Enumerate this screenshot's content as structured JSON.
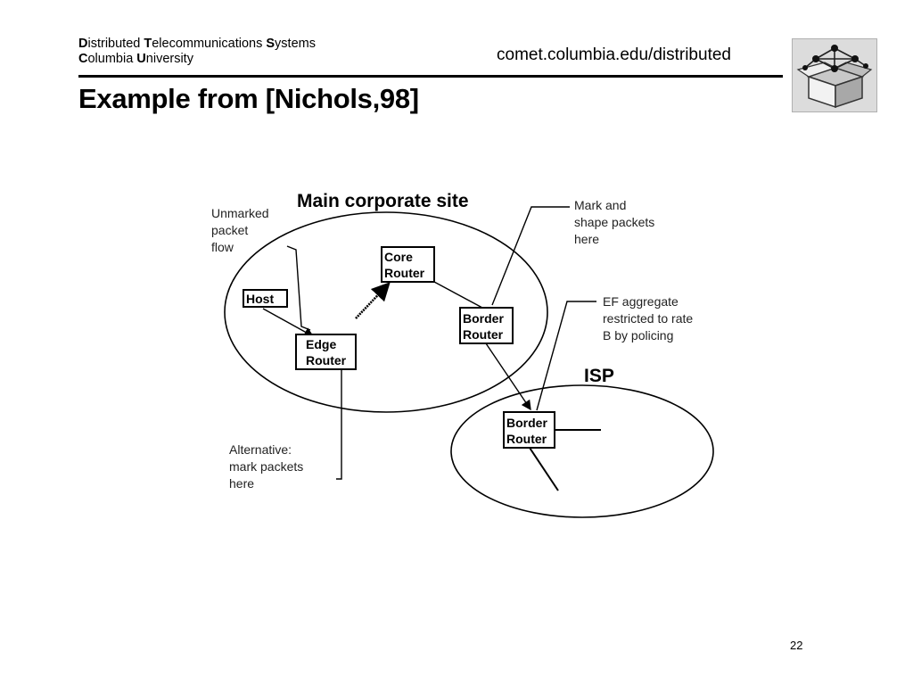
{
  "header": {
    "org_line1_parts": [
      {
        "b": "D",
        "r": "istributed "
      },
      {
        "b": "T",
        "r": "elecommunications "
      },
      {
        "b": "S",
        "r": "ystems"
      }
    ],
    "org_line2_parts": [
      {
        "b": "C",
        "r": "olumbia "
      },
      {
        "b": "U",
        "r": "niversity"
      }
    ],
    "url": "comet.columbia.edu/distributed"
  },
  "slide": {
    "title": "Example from [Nichols,98]",
    "page_number": "22"
  },
  "diagram": {
    "regions": {
      "main": "Main corporate site",
      "isp": "ISP"
    },
    "nodes": {
      "host": "Host",
      "core_router": [
        "Core",
        "Router"
      ],
      "edge_router": [
        "Edge",
        "Router"
      ],
      "border_router_main": [
        "Border",
        "Router"
      ],
      "border_router_isp": [
        "Border",
        "Router"
      ]
    },
    "annotations": {
      "unmarked": [
        "Unmarked",
        "packet",
        "flow"
      ],
      "mark_shape": [
        "Mark and",
        "shape packets",
        "here"
      ],
      "ef_aggregate": [
        "EF aggregate",
        "restricted to rate",
        "B by policing"
      ],
      "alternative": [
        "Alternative:",
        "mark packets",
        "here"
      ]
    }
  }
}
